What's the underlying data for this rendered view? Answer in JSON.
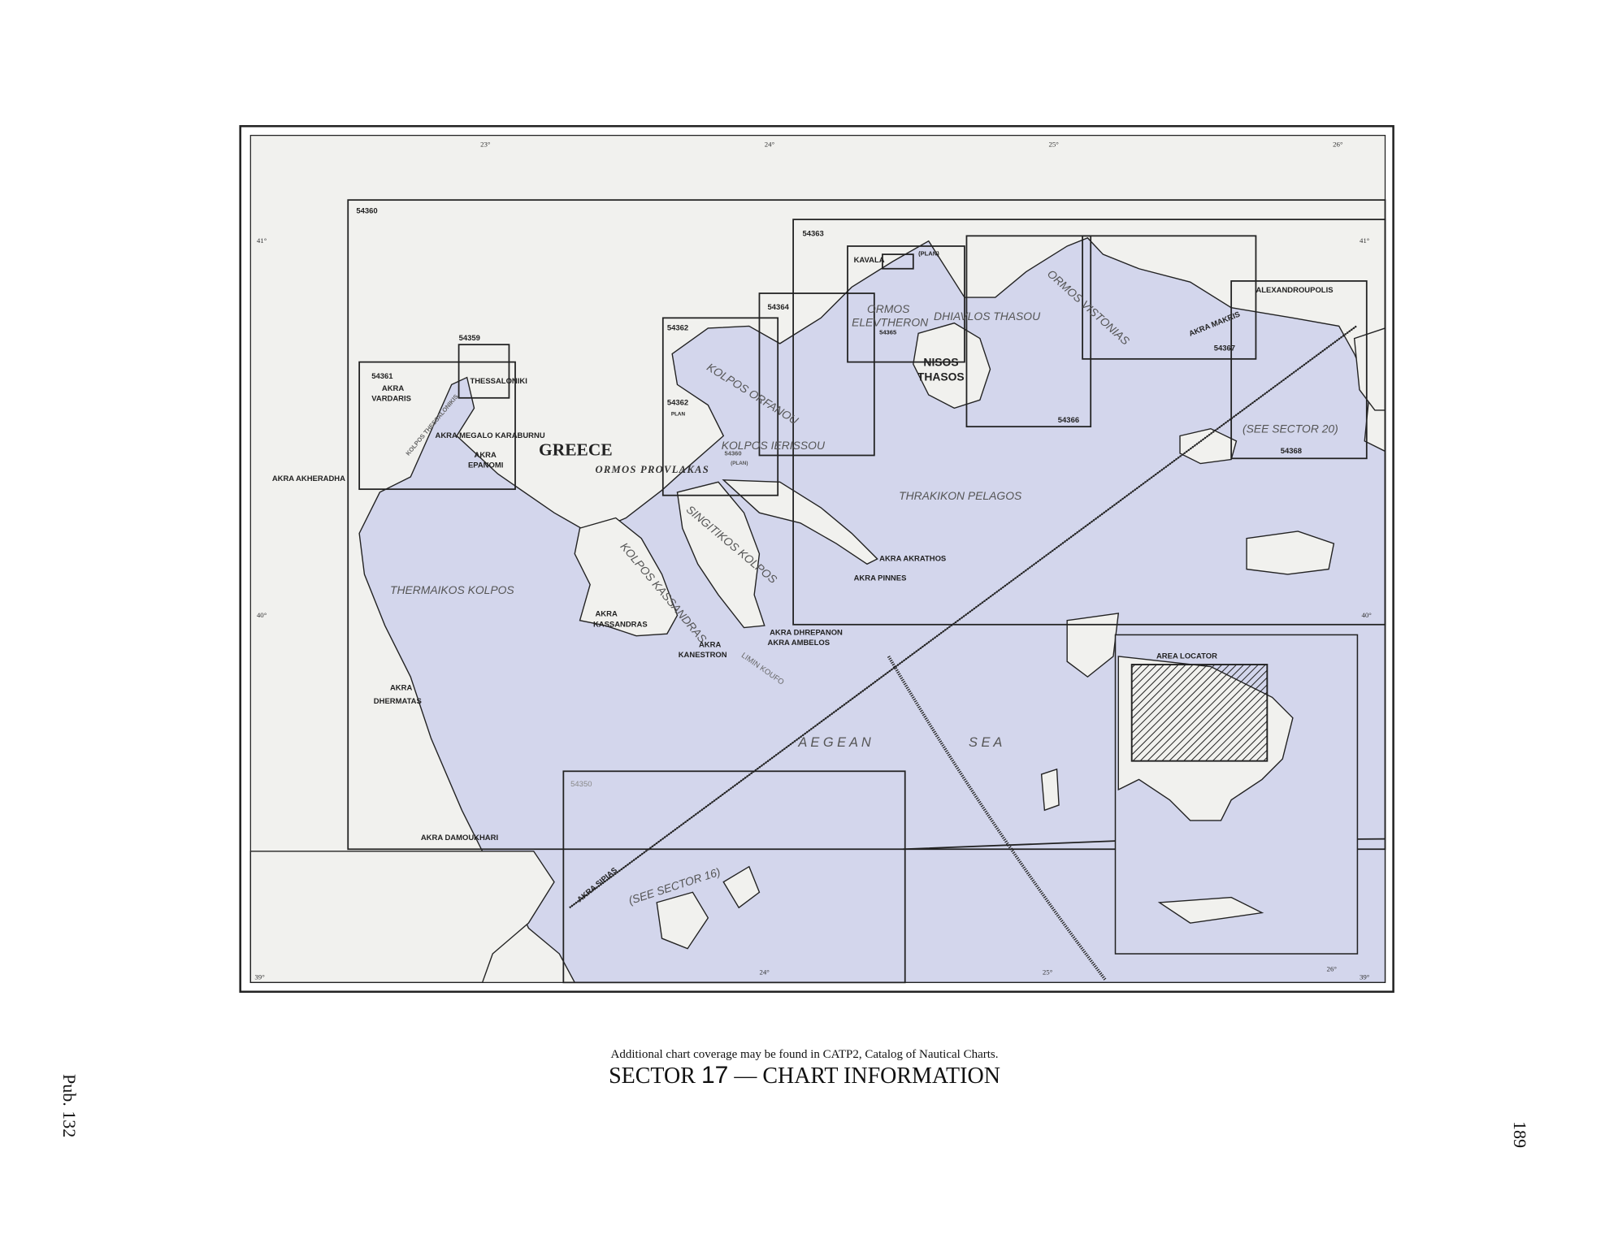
{
  "page": {
    "publication": "Pub. 132",
    "page_number": "189",
    "note": "Additional chart coverage may be found in CATP2, Catalog of Nautical Charts.",
    "title_prefix": "SECTOR",
    "sector_number": "17",
    "title_suffix": "— CHART INFORMATION"
  },
  "map": {
    "colors": {
      "water": "#d3d6ec",
      "land": "#f1f1ee",
      "lines": "#222222"
    },
    "degrees": {
      "top": [
        "23°",
        "24°",
        "25°",
        "26°"
      ],
      "left": [
        "41°",
        "40°",
        "39°"
      ],
      "right": [
        "41°",
        "40°",
        "39°"
      ],
      "bottom": [
        "24°",
        "25°",
        "26°"
      ]
    },
    "charts": {
      "c54360": "54360",
      "c54363": "54363",
      "c54359": "54359",
      "c54361": "54361",
      "c54362": "54362",
      "c54362_plan": "54362",
      "plan": "PLAN",
      "c54364": "54364",
      "c54365": "54365",
      "c54366": "54366",
      "c54367": "54367",
      "c54368": "54368",
      "c54350": "54350",
      "c54360_plan": "54360",
      "plan_paren": "(PLAN)",
      "plan_paren2": "(PLAN)"
    },
    "places": {
      "greece": "GREECE",
      "thessaloniki": "THESSALONIKI",
      "akra_vardaris_1": "AKRA",
      "akra_vardaris_2": "VARDARIS",
      "kolpos_thessalonikis": "KOLPOS THESSALONIKIS",
      "akra_megalo": "AKRA MEGALO KARABURNU",
      "akra_epanomi_1": "AKRA",
      "akra_epanomi_2": "EPANOMI",
      "akra_akheradha": "AKRA AKHERADHA",
      "ormos_provlakas": "ORMOS PROVLAKAS",
      "kolpos_orfanou": "KOLPOS ORFANOU",
      "kolpos_ierissou": "KOLPOS IERISSOU",
      "kavala": "KAVALA",
      "ormos_elevtheron_1": "ORMOS",
      "ormos_elevtheron_2": "ELEVTHERON",
      "dhiavlos_thasou": "DHIAVLOS THASOU",
      "ormos_vistonias": "ORMOS VISTONIAS",
      "nisos_thasos_1": "NISOS",
      "nisos_thasos_2": "THASOS",
      "akra_makris": "AKRA MAKRIS",
      "alexandroupolis": "ALEXANDROUPOLIS",
      "see_sector_20": "(SEE SECTOR 20)",
      "thrakikon": "THRAKIKON PELAGOS",
      "singitikos": "SINGITIKOS KOLPOS",
      "akra_akrathos": "AKRA AKRATHOS",
      "akra_pinnes": "AKRA PINNES",
      "kolpos_kassandras": "KOLPOS KASSANDRAS",
      "thermaikos": "THERMAIKOS KOLPOS",
      "akra_kassandras_1": "AKRA",
      "akra_kassandras_2": "KASSANDRAS",
      "akra_kanestron_1": "AKRA",
      "akra_kanestron_2": "KANESTRON",
      "akra_dhrepanon": "AKRA DHREPANON",
      "akra_ambelos": "AKRA AMBELOS",
      "limin_koufo": "LIMIN KOUFO",
      "akra_dhermatas_1": "AKRA",
      "akra_dhermatas_2": "DHERMATAS",
      "aegean": "A E G E A N",
      "sea": "S E A",
      "akra_damoukhari": "AKRA DAMOUKHARI",
      "akra_sipias": "AKRA SIPIAS",
      "see_sector_16": "(SEE SECTOR 16)",
      "area_locator": "AREA LOCATOR"
    }
  }
}
